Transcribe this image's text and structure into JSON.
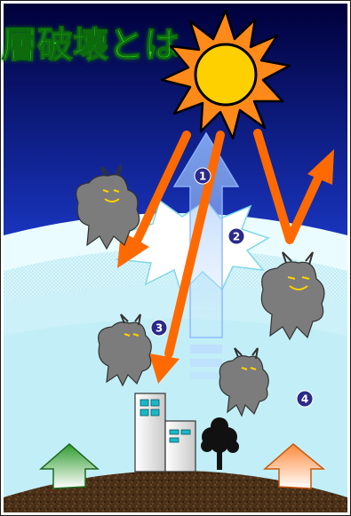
{
  "title": "層破壊とは",
  "markers": [
    {
      "id": 1,
      "label": "1"
    },
    {
      "id": 2,
      "label": "2"
    },
    {
      "id": 3,
      "label": "3"
    },
    {
      "id": 4,
      "label": "4"
    }
  ],
  "colors": {
    "sky_top": "#00004a",
    "sky_bottom": "#2f5fff",
    "ozone_band": "#e6fbff",
    "ozone_stipple": "#b9eaf4",
    "title_fill": "#2ad92a",
    "sun_fill": "#ffd000",
    "sun_rays": "#ff8a1a",
    "uv_arrow": "#ff6a00",
    "demon": "#7a7a7a",
    "ground": "#5a3a1a",
    "up_arrow_green": "#2f9a2f",
    "up_arrow_orange": "#ff8a3a",
    "marker_fill": "#2a2a8a"
  },
  "icons": [
    "sun-icon",
    "demon-icon",
    "building-icon",
    "tree-icon",
    "up-arrow-icon"
  ]
}
